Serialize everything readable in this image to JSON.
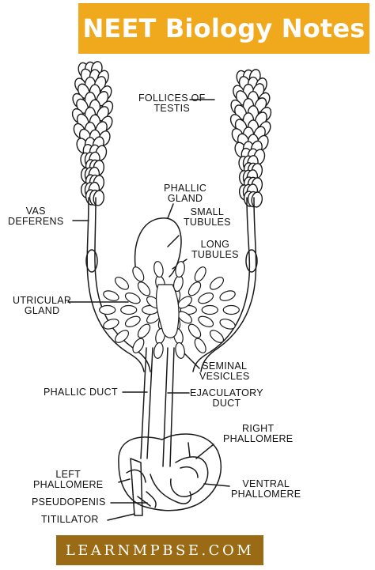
{
  "banner": {
    "title": "NEET Biology Notes"
  },
  "footer": {
    "site": "LEARNMPBSE.COM"
  },
  "colors": {
    "banner_bg": "#f0a81c",
    "footer_bg": "#9a6a14",
    "line": "#1a1a1a"
  },
  "labels": {
    "follices_of_testis": "FOLLICES OF\nTESTIS",
    "phallic_gland": "PHALLIC\nGLAND",
    "small_tubules": "SMALL\nTUBULES",
    "long_tubules": "LONG\nTUBULES",
    "vas_deferens": "VAS\nDEFERENS",
    "utricular_gland": "UTRICULAR\nGLAND",
    "seminal_vesicles": "SEMINAL\nVESICLES",
    "phallic_duct": "PHALLIC DUCT",
    "ejaculatory_duct": "EJACULATORY\nDUCT",
    "right_phallomere": "RIGHT\nPHALLOMERE",
    "left_phallomere": "LEFT\nPHALLOMERE",
    "ventral_phallomere": "VENTRAL\nPHALLOMERE",
    "pseudopenis": "PSEUDOPENIS",
    "titillator": "TITILLATOR"
  }
}
